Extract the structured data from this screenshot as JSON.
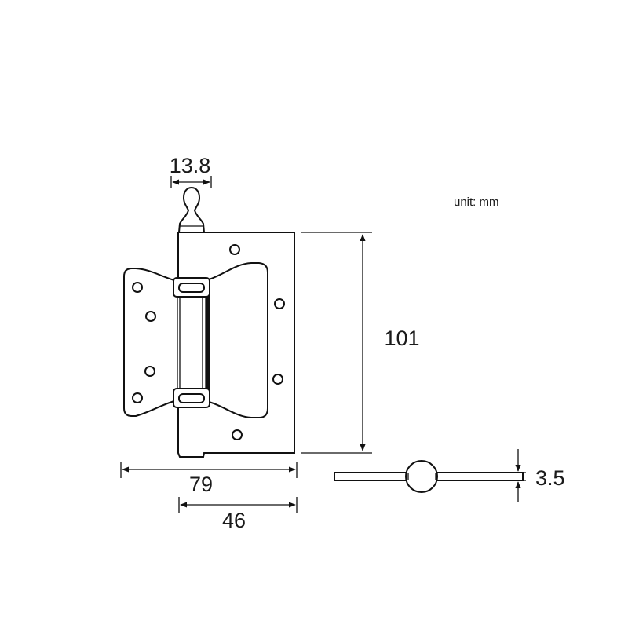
{
  "unit_label": "unit: mm",
  "dimensions": {
    "knuckle_width": "13.8",
    "height": "101",
    "overall_width": "79",
    "leaf_width": "46",
    "thickness": "3.5"
  }
}
